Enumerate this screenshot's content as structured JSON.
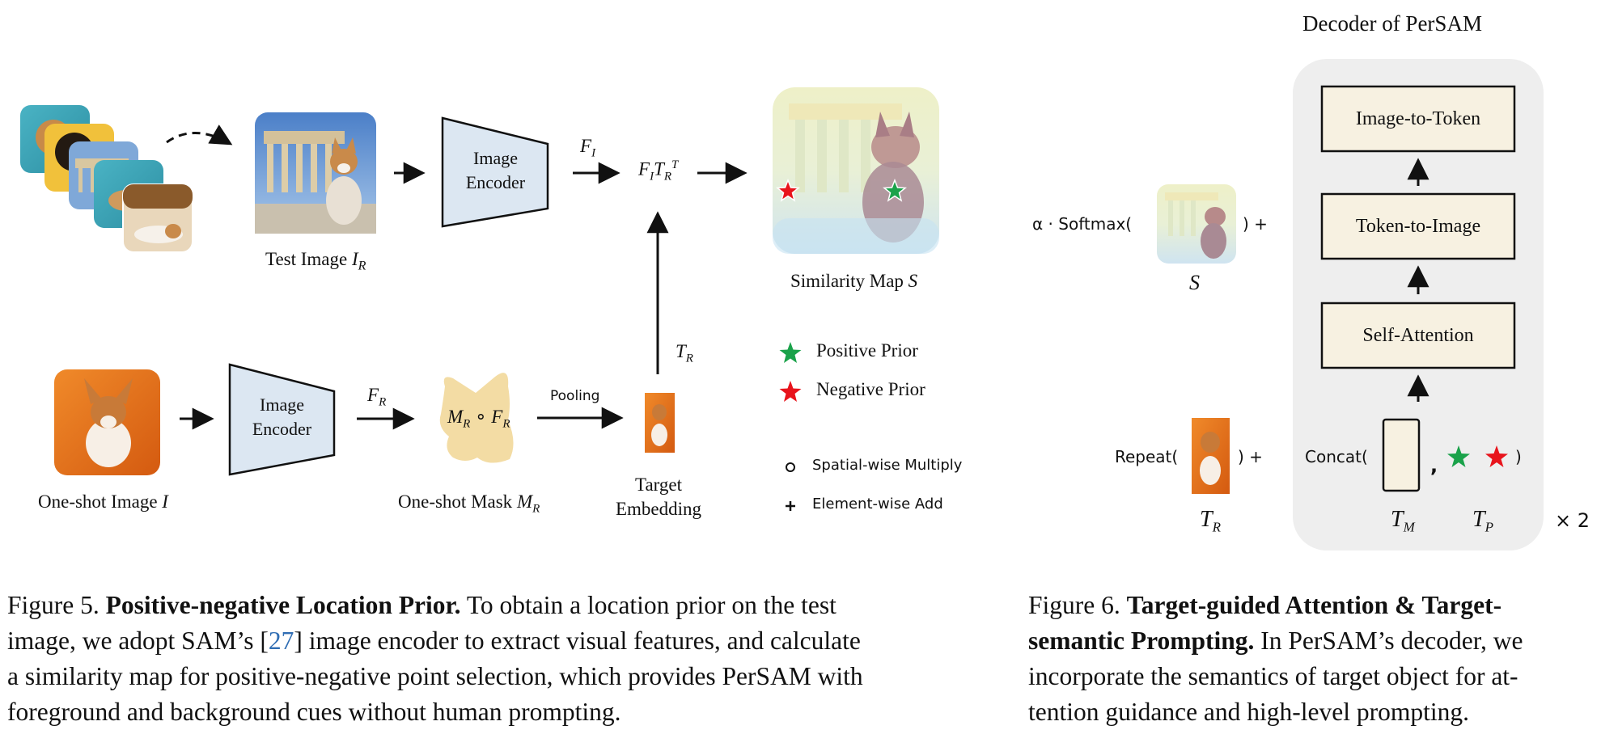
{
  "fig5": {
    "labels": {
      "test_image": "Test Image",
      "test_image_sym": "I",
      "test_image_sub": "R",
      "image_encoder_top": "Image\nEncoder",
      "image_encoder_bottom": "Image\nEncoder",
      "fi": "F",
      "fi_sub": "I",
      "fr": "F",
      "fr_sub": "R",
      "product": "F",
      "product_i": "I",
      "product_t": "T",
      "product_r": "R",
      "product_sup": "T",
      "similarity_map": "Similarity Map",
      "similarity_map_sym": "S",
      "tr": "T",
      "tr_sub": "R",
      "mask_expr_m": "M",
      "mask_expr_m_sub": "R",
      "mask_expr_op": "∘",
      "mask_expr_f": "F",
      "mask_expr_f_sub": "R",
      "pooling": "Pooling",
      "one_shot_image": "One-shot Image",
      "one_shot_image_sym": "I",
      "one_shot_mask": "One-shot Mask",
      "one_shot_mask_sym": "M",
      "one_shot_mask_sub": "R",
      "target_embedding_1": "Target",
      "target_embedding_2": "Embedding"
    },
    "legend": {
      "positive": "Positive Prior",
      "negative": "Negative Prior",
      "spatial": "Spatial-wise Multiply",
      "element": "Element-wise Add"
    },
    "caption": {
      "prefix": "Figure 5.",
      "title": "Positive-negative Location Prior.",
      "body1": "To obtain a location prior on the test",
      "body2a": "image, we adopt SAM’s [",
      "ref": "27",
      "body2b": "] image encoder to extract visual features, and calculate",
      "body3": "a similarity map for positive-negative point selection, which provides PerSAM with",
      "body4": "foreground and background cues without human prompting."
    }
  },
  "fig6": {
    "title": "Decoder of PerSAM",
    "blocks": [
      "Image-to-Token",
      "Token-to-Image",
      "Self-Attention"
    ],
    "alpha": "α · Softmax(",
    "close_plus": ") +",
    "s_sym": "S",
    "repeat": "Repeat(",
    "concat": "Concat(",
    "comma": ",",
    "close": ")",
    "tr": "T",
    "tr_sub": "R",
    "tm": "T",
    "tm_sub": "M",
    "tp": "T",
    "tp_sub": "P",
    "times": "× 2",
    "caption": {
      "prefix": "Figure 6.",
      "title1": "Target-guided Attention & Target-",
      "title2": "semantic Prompting.",
      "body1": "In PerSAM’s decoder, we",
      "body2": "incorporate the semantics of target object for at-",
      "body3": "tention guidance and high-level prompting."
    }
  },
  "colors": {
    "encoder_fill": "#dce7f2",
    "block_fill": "#f7f1e1",
    "decoder_bg": "#eeeeee",
    "positive_star": "#1aa24a",
    "negative_star": "#e8141c",
    "mask_fill": "#f3dca4",
    "ref_link": "#2f6db3"
  }
}
